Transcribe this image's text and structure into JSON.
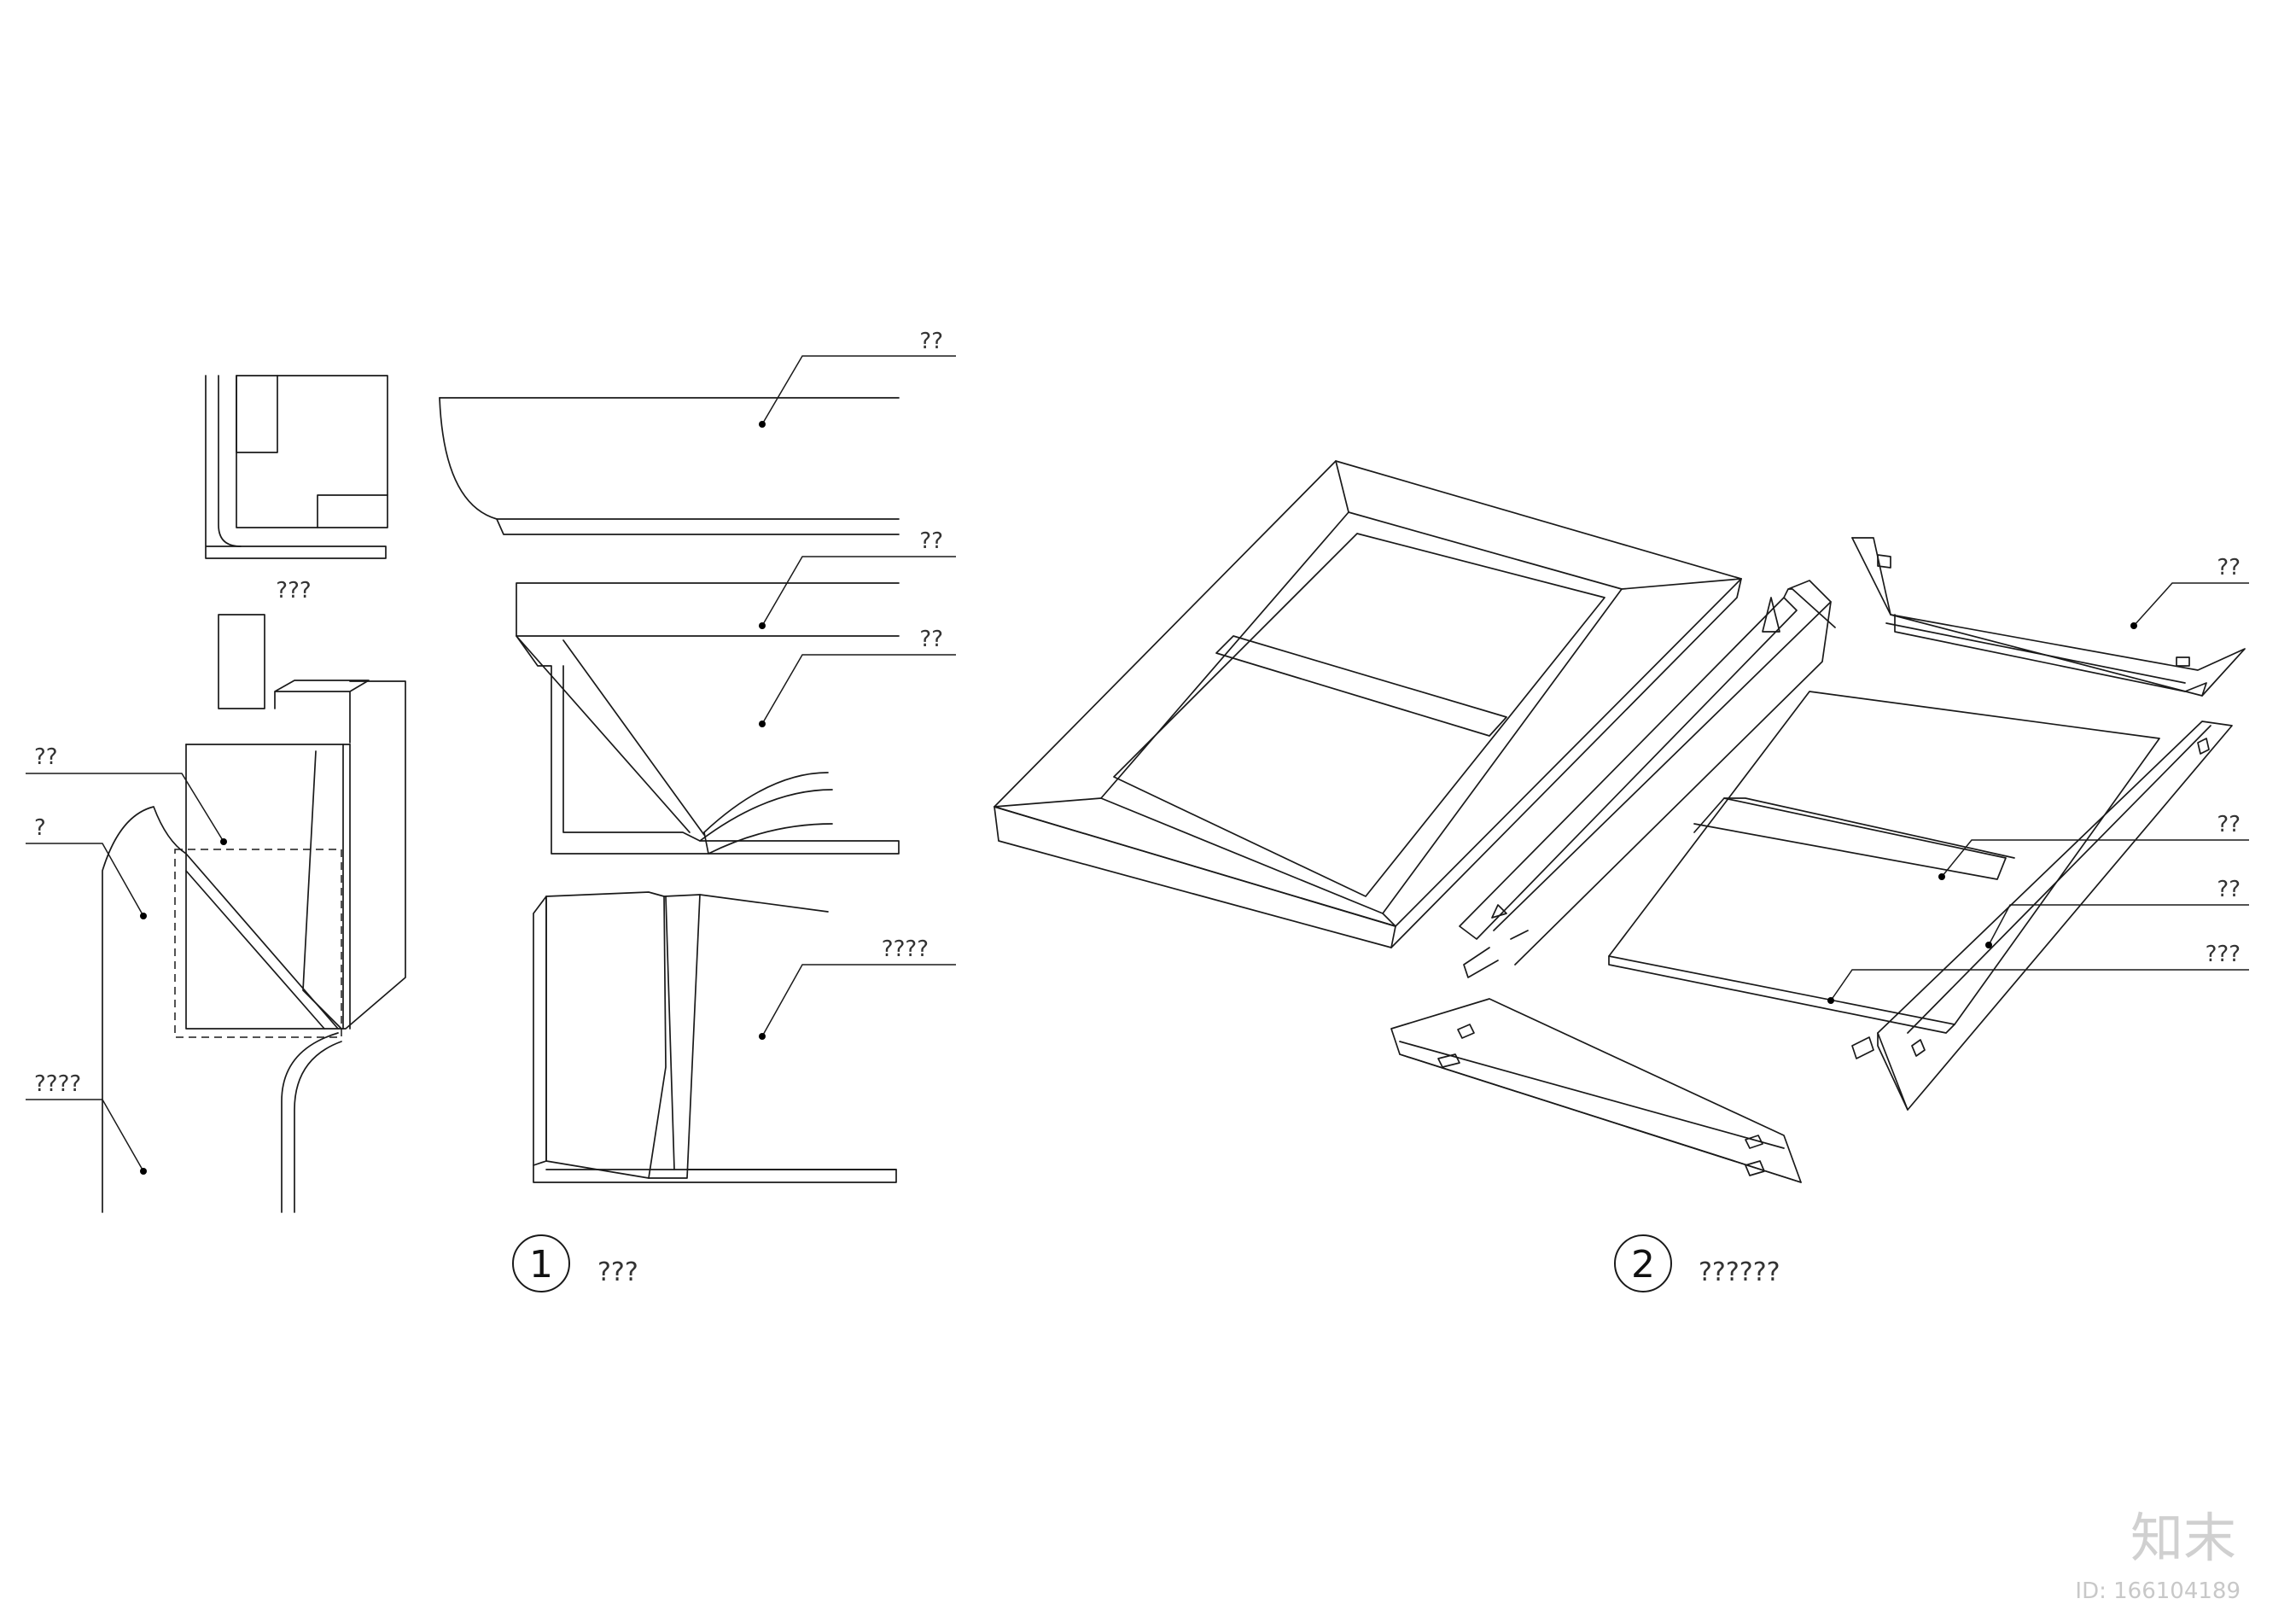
{
  "labels": {
    "plan_view": "???",
    "left_upper": "??",
    "left_middle": "?",
    "left_lower": "????",
    "top_a": "??",
    "top_b": "??",
    "top_c": "??",
    "bottom_right": "????",
    "exp_a": "??",
    "exp_b": "??",
    "exp_c": "??",
    "exp_d": "???"
  },
  "figures": [
    {
      "number": "1",
      "caption": "???"
    },
    {
      "number": "2",
      "caption": "??????"
    }
  ],
  "watermark": {
    "logo": "知末",
    "id_text": "ID: 166104189"
  }
}
